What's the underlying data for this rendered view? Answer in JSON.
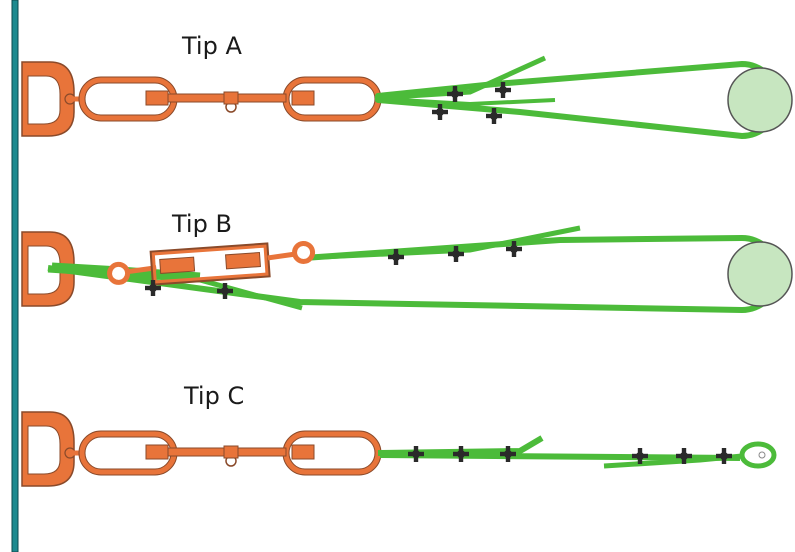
{
  "diagram": {
    "labels": {
      "a": "Tip A",
      "b": "Tip B",
      "c": "Tip C"
    },
    "colors": {
      "wall": "#1e8a8f",
      "hardware": "#e8743a",
      "hardware_dark": "#8a4a2a",
      "rope": "#4cbb3a",
      "clamp": "#2a2a2a",
      "pulley_fill": "#c7e6c0",
      "pulley_stroke": "#555555"
    }
  }
}
